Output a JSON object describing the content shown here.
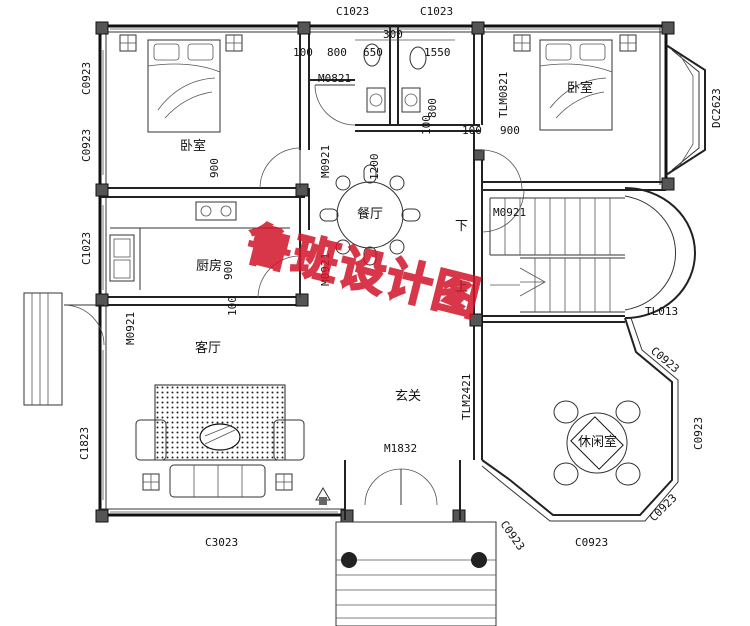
{
  "rooms": {
    "bedroom_left": "卧室",
    "bedroom_right": "卧室",
    "dining": "餐厅",
    "kitchen": "厨房",
    "living": "客厅",
    "foyer": "玄关",
    "leisure": "休闲室"
  },
  "stairs": {
    "down": "下",
    "up": "上"
  },
  "labels": {
    "c1023_top_a": "C1023",
    "c1023_top_b": "C1023",
    "d100_a": "100",
    "d800": "800",
    "d650": "650",
    "d300": "300",
    "d1550": "1550",
    "m0821": "M0821",
    "c0923_left_a": "C0923",
    "c0923_left_b": "C0923",
    "d900_a": "900",
    "m0921_a": "M0921",
    "d1200": "1200",
    "d800_b": "800",
    "d100_b": "100",
    "tlm0821": "TLM0821",
    "d100_c": "100",
    "d900_b": "900",
    "dc2623": "DC2623",
    "m0921_b": "M0921",
    "c1023_left": "C1023",
    "d900_c": "900",
    "m0921_c": "M0921",
    "d100_d": "100",
    "m0921_d": "M0921",
    "tl013": "TL013",
    "c0923_r1": "C0923",
    "tlm2421": "TLM2421",
    "c0923_r2": "C0923",
    "c1823": "C1823",
    "m1832": "M1832",
    "c0923_bl": "C0923",
    "c0923_br": "C0923",
    "c0923_bottom": "C0923",
    "c3023": "C3023"
  },
  "watermark": "鲁班设计图"
}
